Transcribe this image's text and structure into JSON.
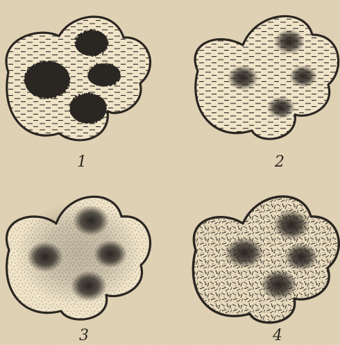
{
  "figure": {
    "background": "#e3d5b7",
    "ink": "#2a2622",
    "panels": [
      {
        "label": "1",
        "stage": "dark-nuclei-hatched"
      },
      {
        "label": "2",
        "stage": "diffuse-nuclei-hatched"
      },
      {
        "label": "3",
        "stage": "diffuse-nuclei-stippled"
      },
      {
        "label": "4",
        "stage": "fibrous-dense"
      }
    ]
  }
}
